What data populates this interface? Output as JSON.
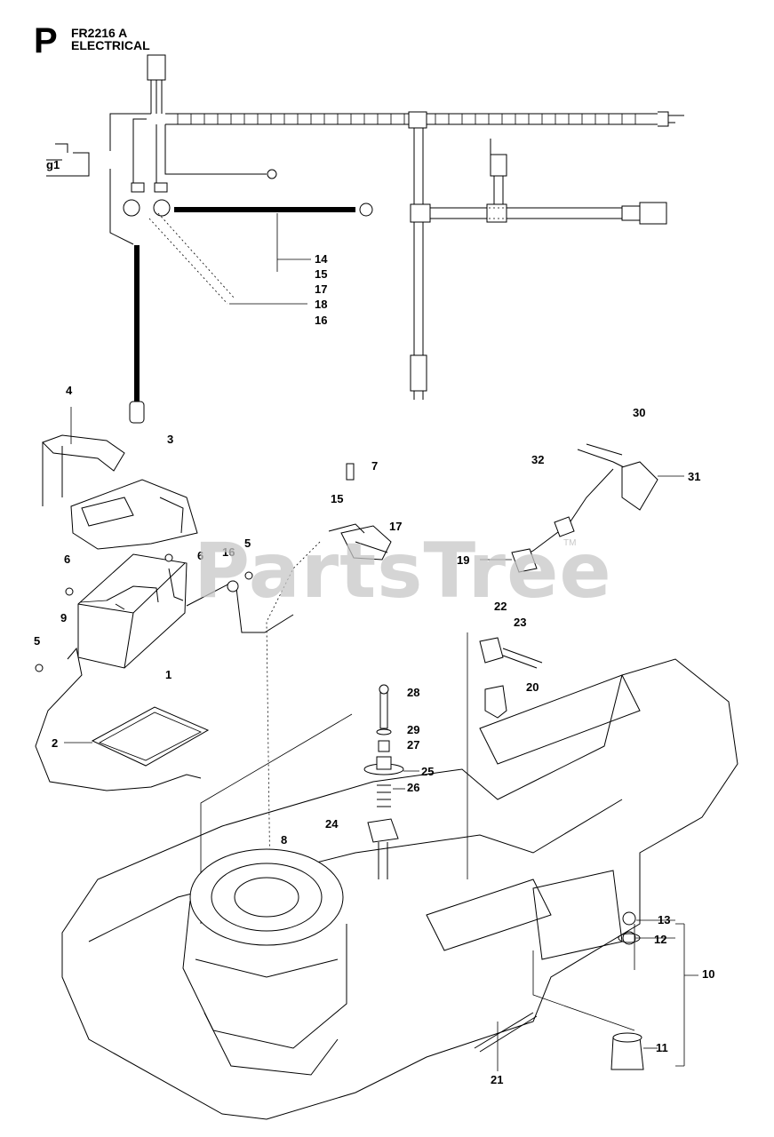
{
  "header": {
    "section_letter": "P",
    "model": "FR2216 A",
    "title": "ELECTRICAL"
  },
  "watermark": {
    "text": "PartsTree",
    "tm": "TM"
  },
  "callouts": [
    {
      "id": "c1",
      "label": "1"
    },
    {
      "id": "c2",
      "label": "2"
    },
    {
      "id": "c3",
      "label": "3"
    },
    {
      "id": "c4",
      "label": "4"
    },
    {
      "id": "c5a",
      "label": "5"
    },
    {
      "id": "c5b",
      "label": "5"
    },
    {
      "id": "c6a",
      "label": "6"
    },
    {
      "id": "c6b",
      "label": "6"
    },
    {
      "id": "c7",
      "label": "7"
    },
    {
      "id": "c8",
      "label": "8"
    },
    {
      "id": "c9",
      "label": "9"
    },
    {
      "id": "c10",
      "label": "10"
    },
    {
      "id": "c11",
      "label": "11"
    },
    {
      "id": "c12",
      "label": "12"
    },
    {
      "id": "c13",
      "label": "13"
    },
    {
      "id": "c14",
      "label": "14"
    },
    {
      "id": "c15a",
      "label": "15"
    },
    {
      "id": "c15b",
      "label": "15"
    },
    {
      "id": "c16a",
      "label": "16"
    },
    {
      "id": "c16b",
      "label": "16"
    },
    {
      "id": "c17a",
      "label": "17"
    },
    {
      "id": "c17b",
      "label": "17"
    },
    {
      "id": "c18",
      "label": "18"
    },
    {
      "id": "c19",
      "label": "19"
    },
    {
      "id": "c20",
      "label": "20"
    },
    {
      "id": "c21",
      "label": "21"
    },
    {
      "id": "c22",
      "label": "22"
    },
    {
      "id": "c23",
      "label": "23"
    },
    {
      "id": "c24",
      "label": "24"
    },
    {
      "id": "c25",
      "label": "25"
    },
    {
      "id": "c26",
      "label": "26"
    },
    {
      "id": "c27",
      "label": "27"
    },
    {
      "id": "c28",
      "label": "28"
    },
    {
      "id": "c29",
      "label": "29"
    },
    {
      "id": "c30",
      "label": "30"
    },
    {
      "id": "c31",
      "label": "31"
    },
    {
      "id": "c32",
      "label": "32"
    }
  ]
}
